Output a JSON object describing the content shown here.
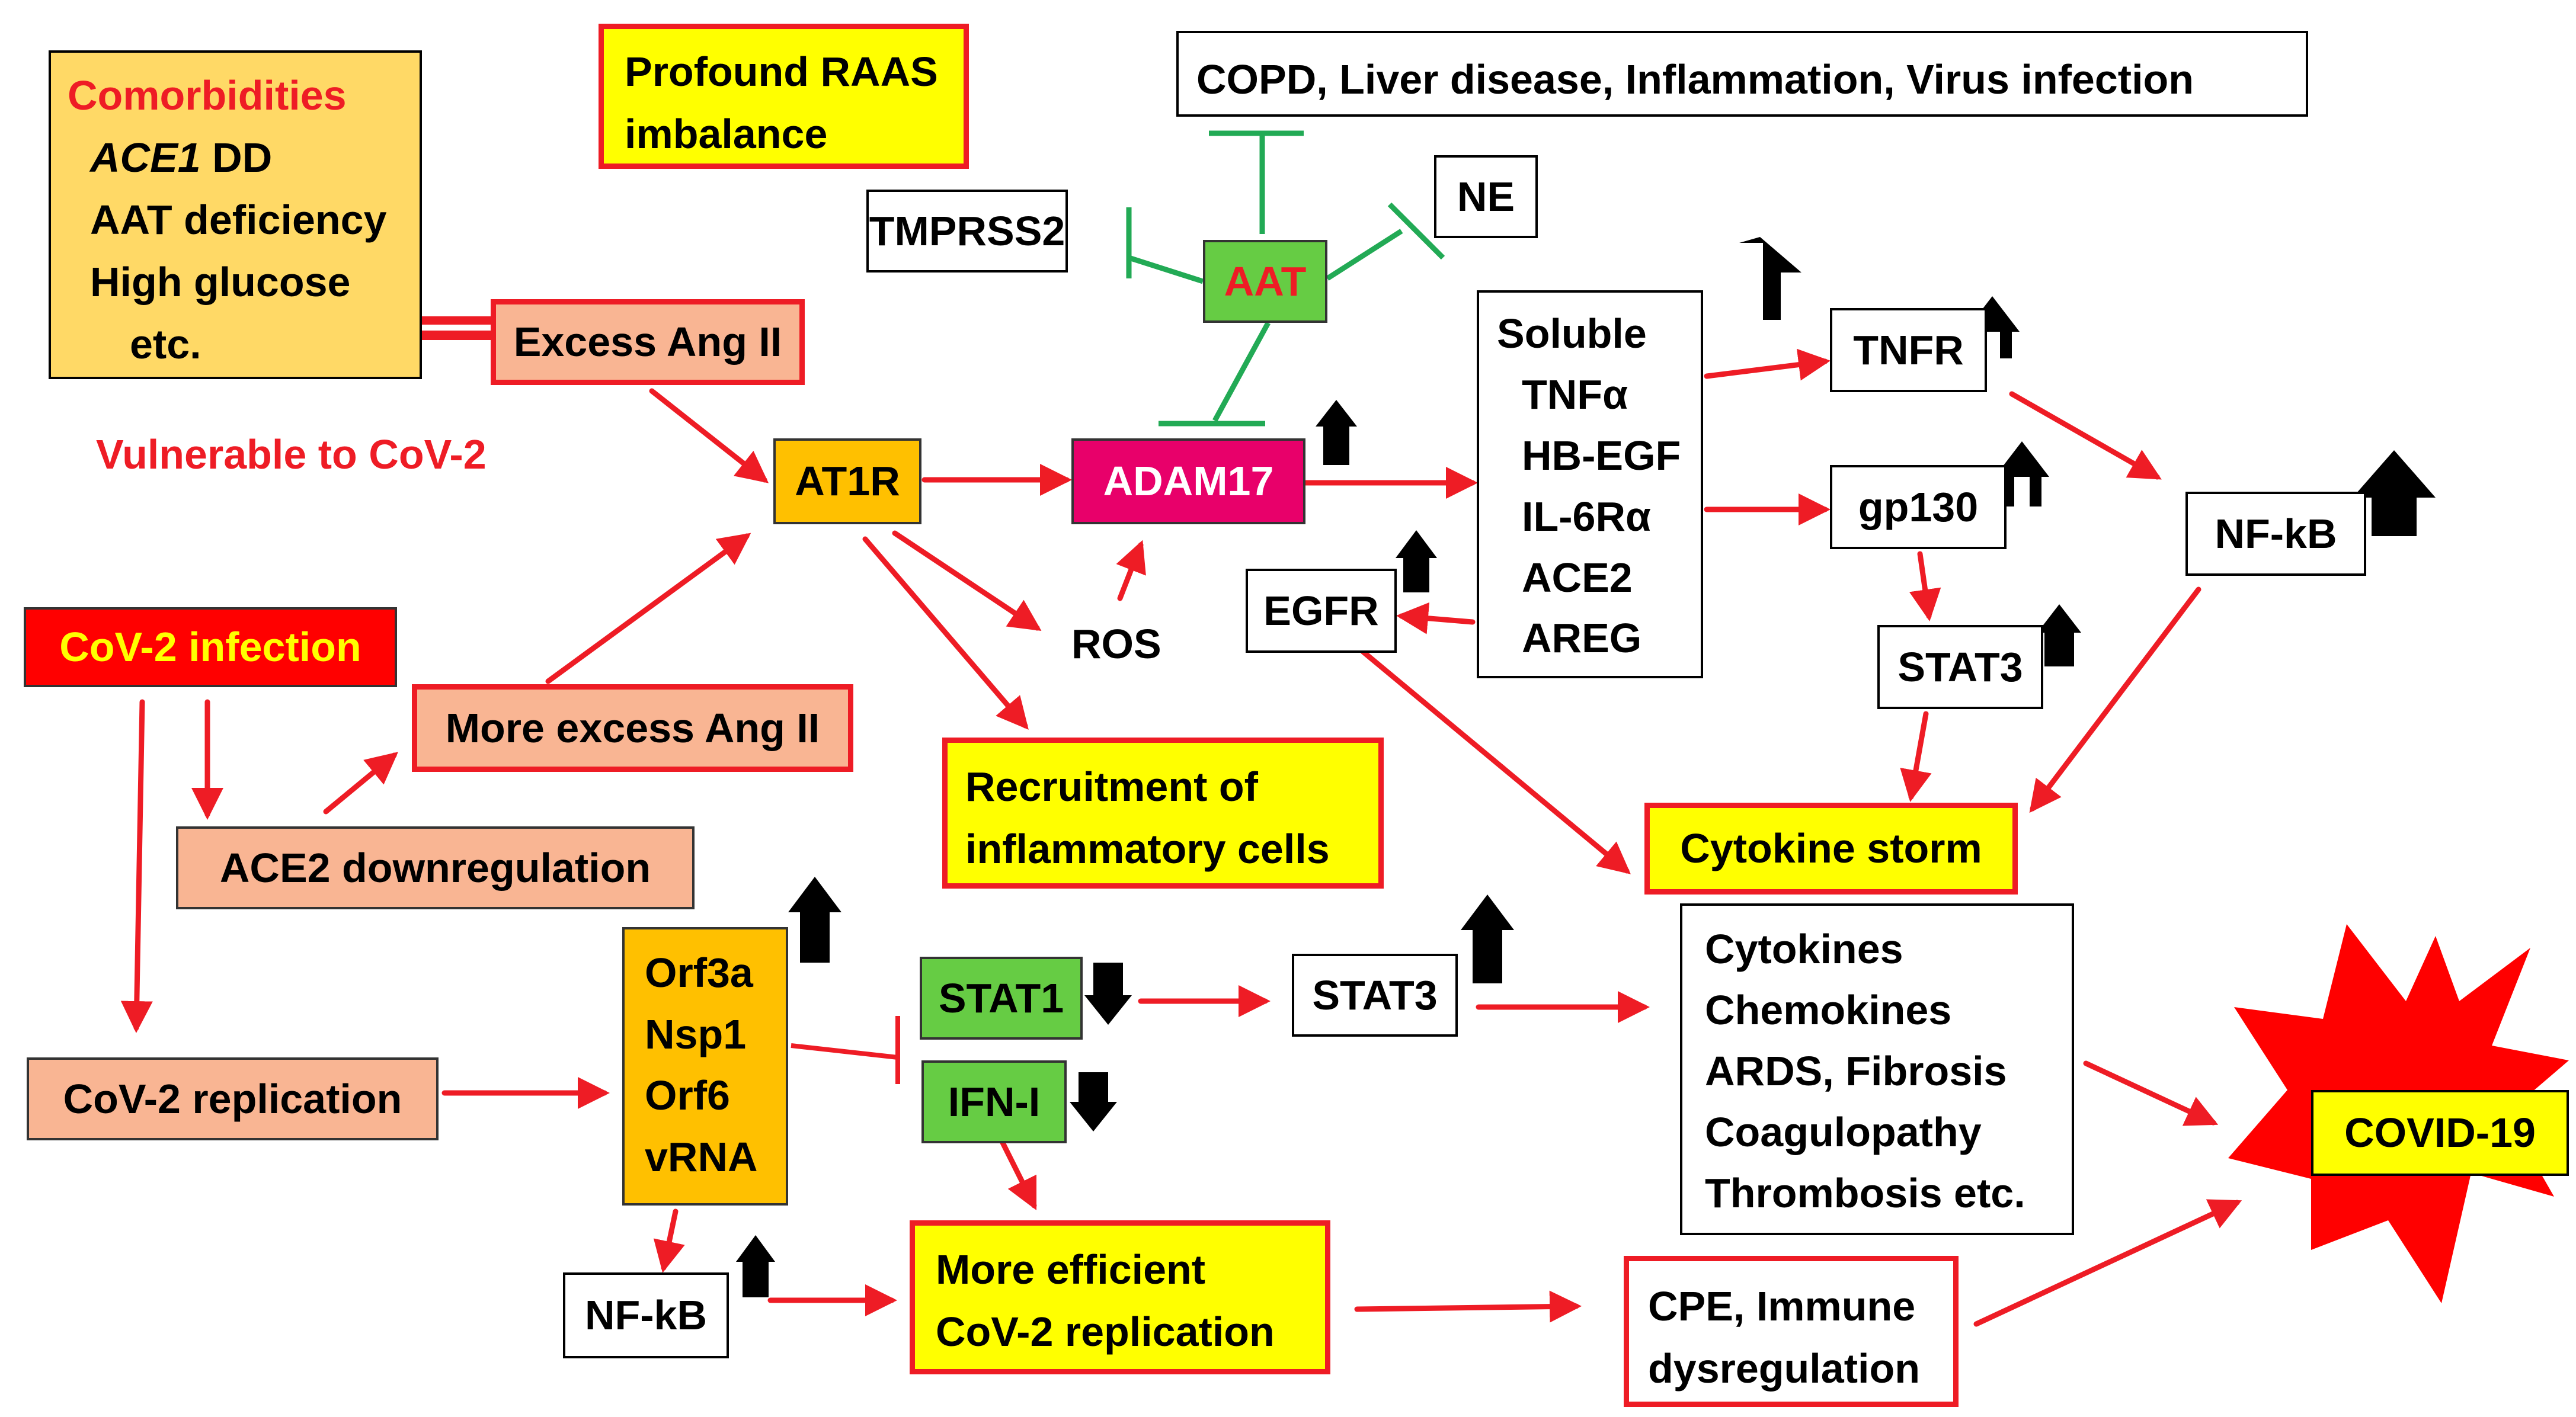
{
  "comorbidities": {
    "title": "Comorbidities",
    "ace1_gene": "ACE1",
    "ace1_suffix": " DD",
    "items": [
      "AAT deficiency",
      "High glucose",
      "etc."
    ]
  },
  "profound_raas": [
    "Profound RAAS",
    "imbalance"
  ],
  "conditions": "COPD, Liver disease, Inflammation, Virus infection",
  "tmprss2": "TMPRSS2",
  "ne": "NE",
  "aat": "AAT",
  "excess_ang_ii": "Excess Ang II",
  "vulnerable": "Vulnerable to CoV-2",
  "at1r": "AT1R",
  "adam17": "ADAM17",
  "soluble": [
    "Soluble",
    "TNFα",
    "HB-EGF",
    "IL-6Rα",
    "ACE2",
    "AREG"
  ],
  "tnfr": "TNFR",
  "gp130": "gp130",
  "nfkb_right": "NF-kB",
  "egfr": "EGFR",
  "stat3_upper": "STAT3",
  "ros": "ROS",
  "cov2_infection": "CoV-2 infection",
  "more_excess_ang_ii": "More excess Ang II",
  "recruitment": [
    "Recruitment of",
    "inflammatory cells"
  ],
  "ace2_down": "ACE2 downregulation",
  "cytokine_storm": "Cytokine storm",
  "viral_factors": [
    "Orf3a",
    "Nsp1",
    "Orf6",
    "vRNA"
  ],
  "stat1": "STAT1",
  "ifn_i": "IFN-I",
  "stat3_lower": "STAT3",
  "outcomes": [
    "Cytokines",
    "Chemokines",
    "ARDS, Fibrosis",
    "Coagulopathy",
    "Thrombosis  etc."
  ],
  "cov2_replication": "CoV-2 replication",
  "covid19": "COVID-19",
  "nfkb_lower": "NF-kB",
  "more_efficient": [
    "More efficient",
    "CoV-2 replication"
  ],
  "cpe": [
    "CPE, Immune",
    "dysregulation"
  ],
  "colors": {
    "arrow_red": "#ee1c25",
    "inhibit_green": "#22aa55",
    "yellow": "#ffff00",
    "salmon": "#f9b593",
    "orange": "#ffc000",
    "green": "#66cc44",
    "magenta": "#e8006a",
    "red_box": "#ff0000"
  }
}
